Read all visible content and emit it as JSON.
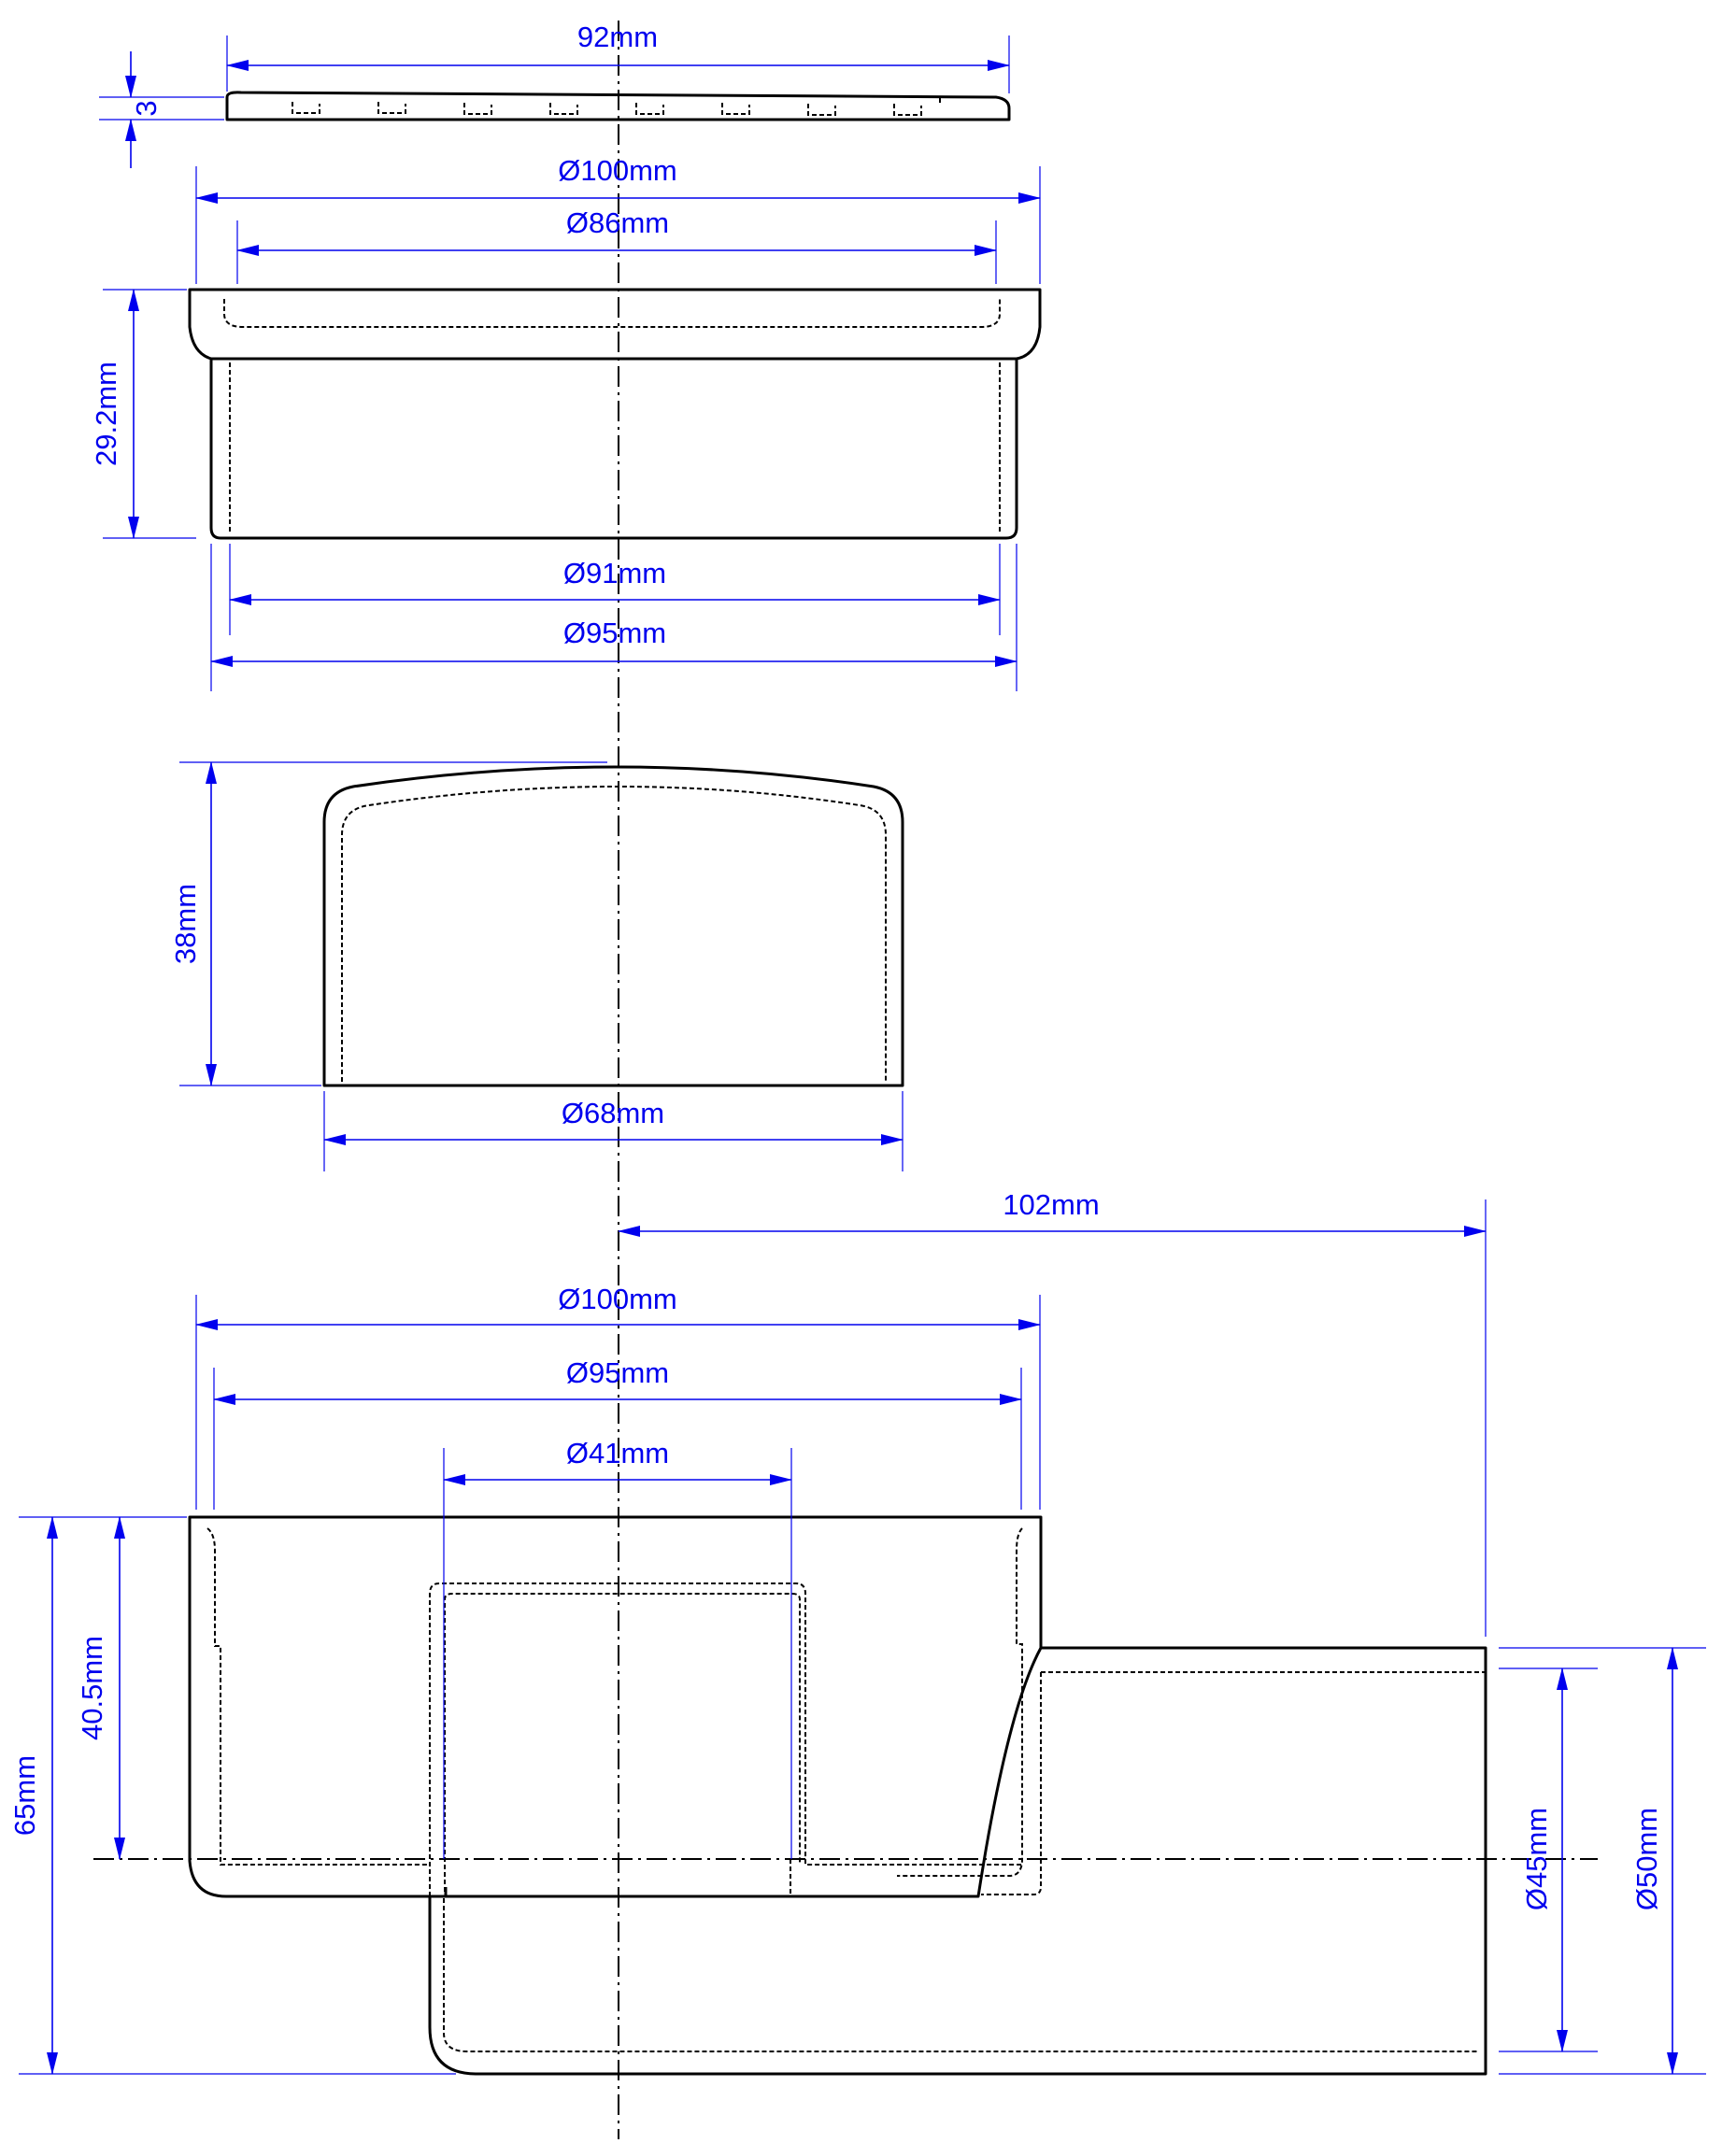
{
  "colors": {
    "dimension": "#0000ee",
    "outline": "#000000",
    "background": "#ffffff"
  },
  "dimensions": {
    "grate_width": "92mm",
    "grate_thickness": "3",
    "ring_outer_top": "Ø100mm",
    "ring_inner_top": "Ø86mm",
    "ring_height": "29.2mm",
    "ring_inner_bottom": "Ø91mm",
    "ring_outer_bottom": "Ø95mm",
    "cap_height": "38mm",
    "cap_diameter": "Ø68mm",
    "outlet_reach": "102mm",
    "body_outer": "Ø100mm",
    "body_socket": "Ø95mm",
    "body_inner": "Ø41mm",
    "body_height": "65mm",
    "body_water_seal": "40.5mm",
    "outlet_inner": "Ø45mm",
    "outlet_outer": "Ø50mm"
  }
}
